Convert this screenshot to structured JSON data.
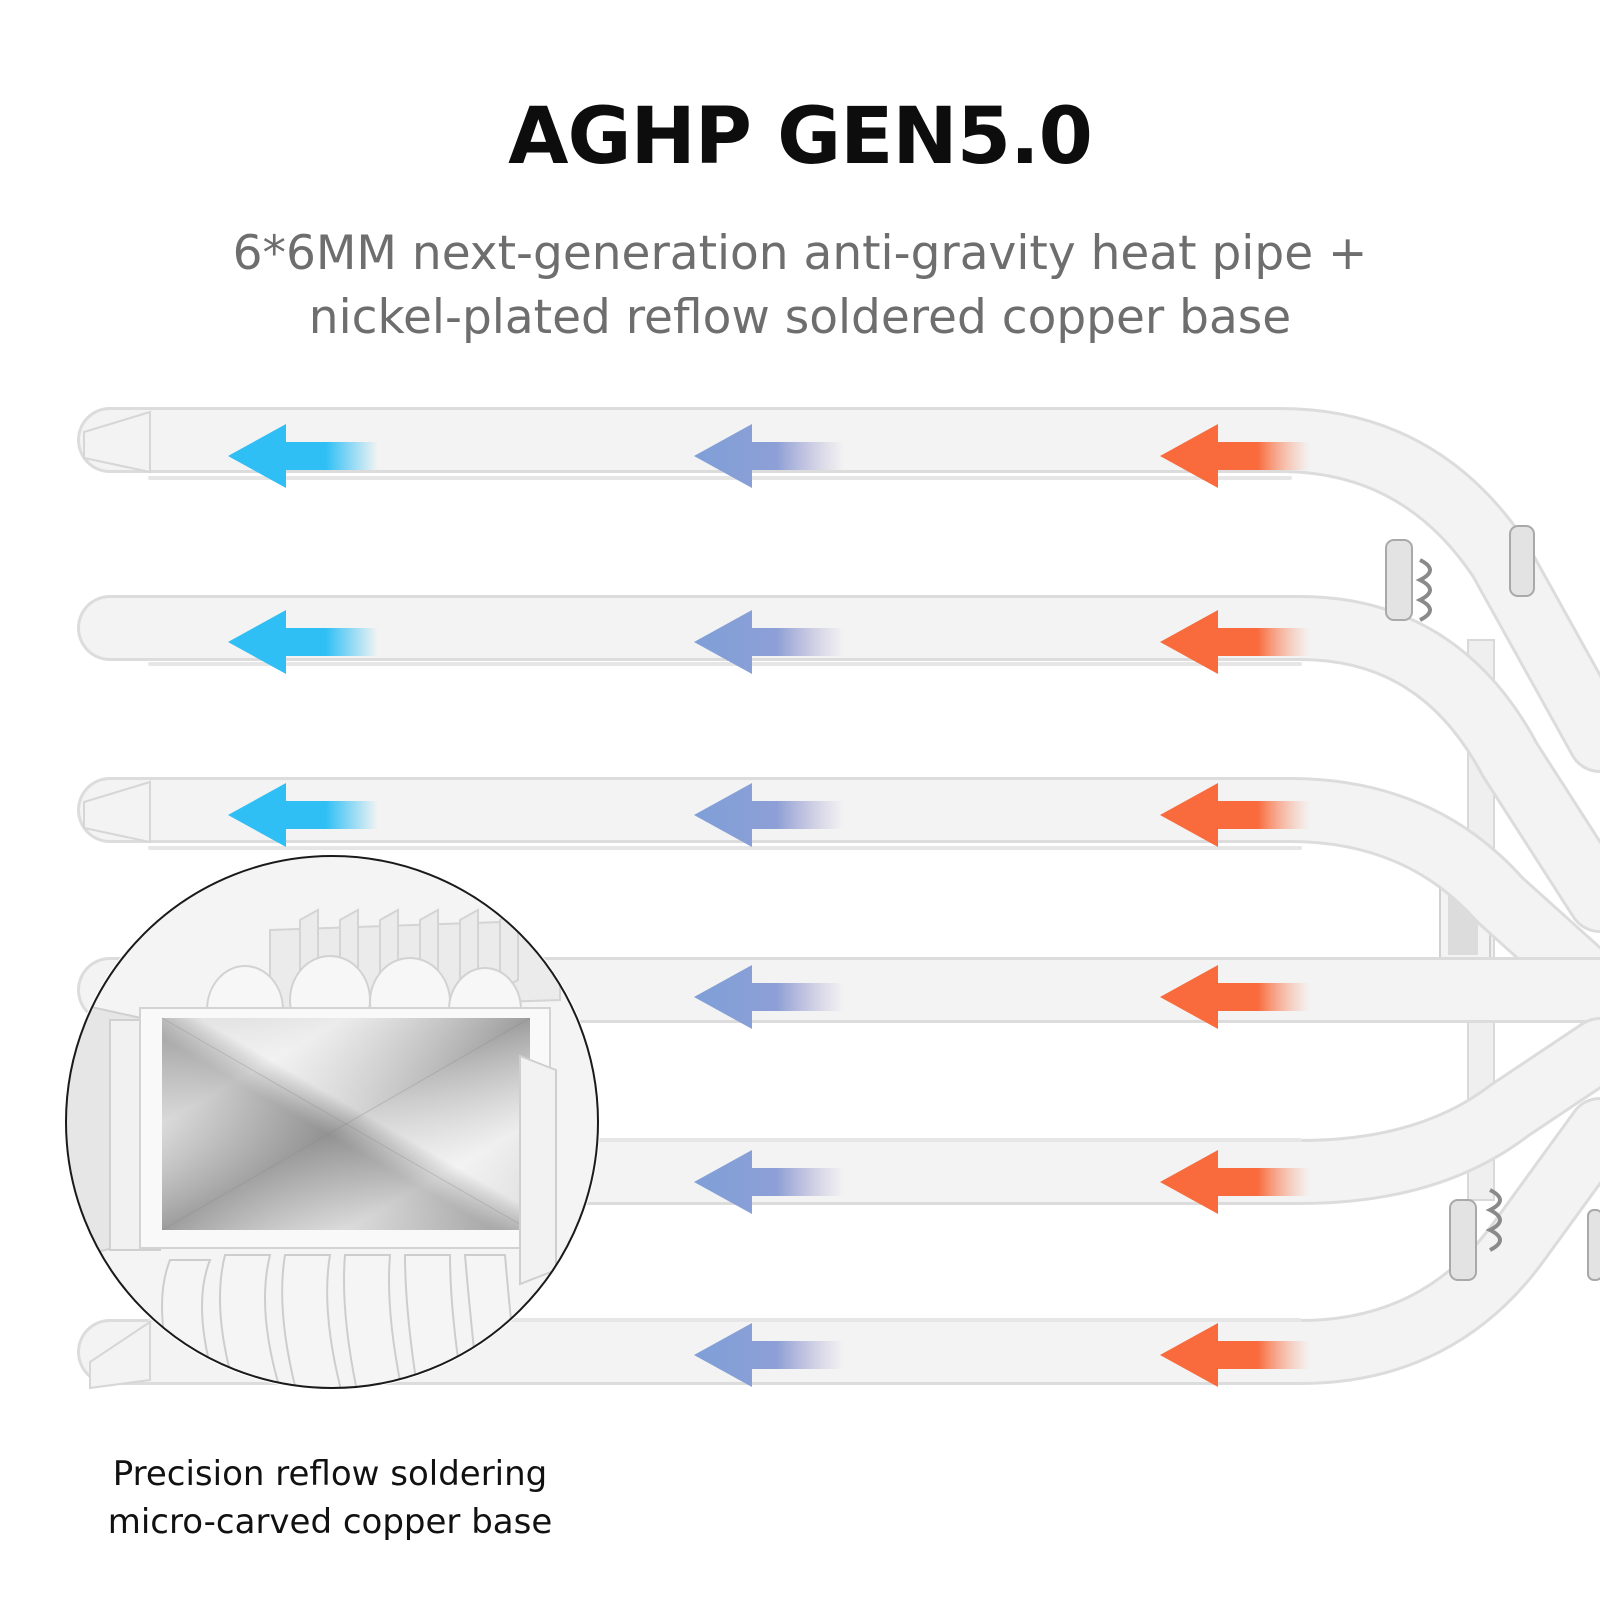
{
  "header": {
    "title": "AGHP GEN5.0",
    "subtitle_line1": "6*6MM next-generation anti-gravity heat pipe +",
    "subtitle_line2": "nickel-plated reflow soldered copper base"
  },
  "inset": {
    "caption_line1": "Precision reflow soldering",
    "caption_line2": "micro-carved copper base"
  },
  "colors": {
    "cold_arrow": "#2fbff5",
    "mid_arrow": "#7f9fd8",
    "hot_arrow": "#f96a3c",
    "pipe": "#f2f2f2",
    "pipe_edge": "#dedede"
  }
}
